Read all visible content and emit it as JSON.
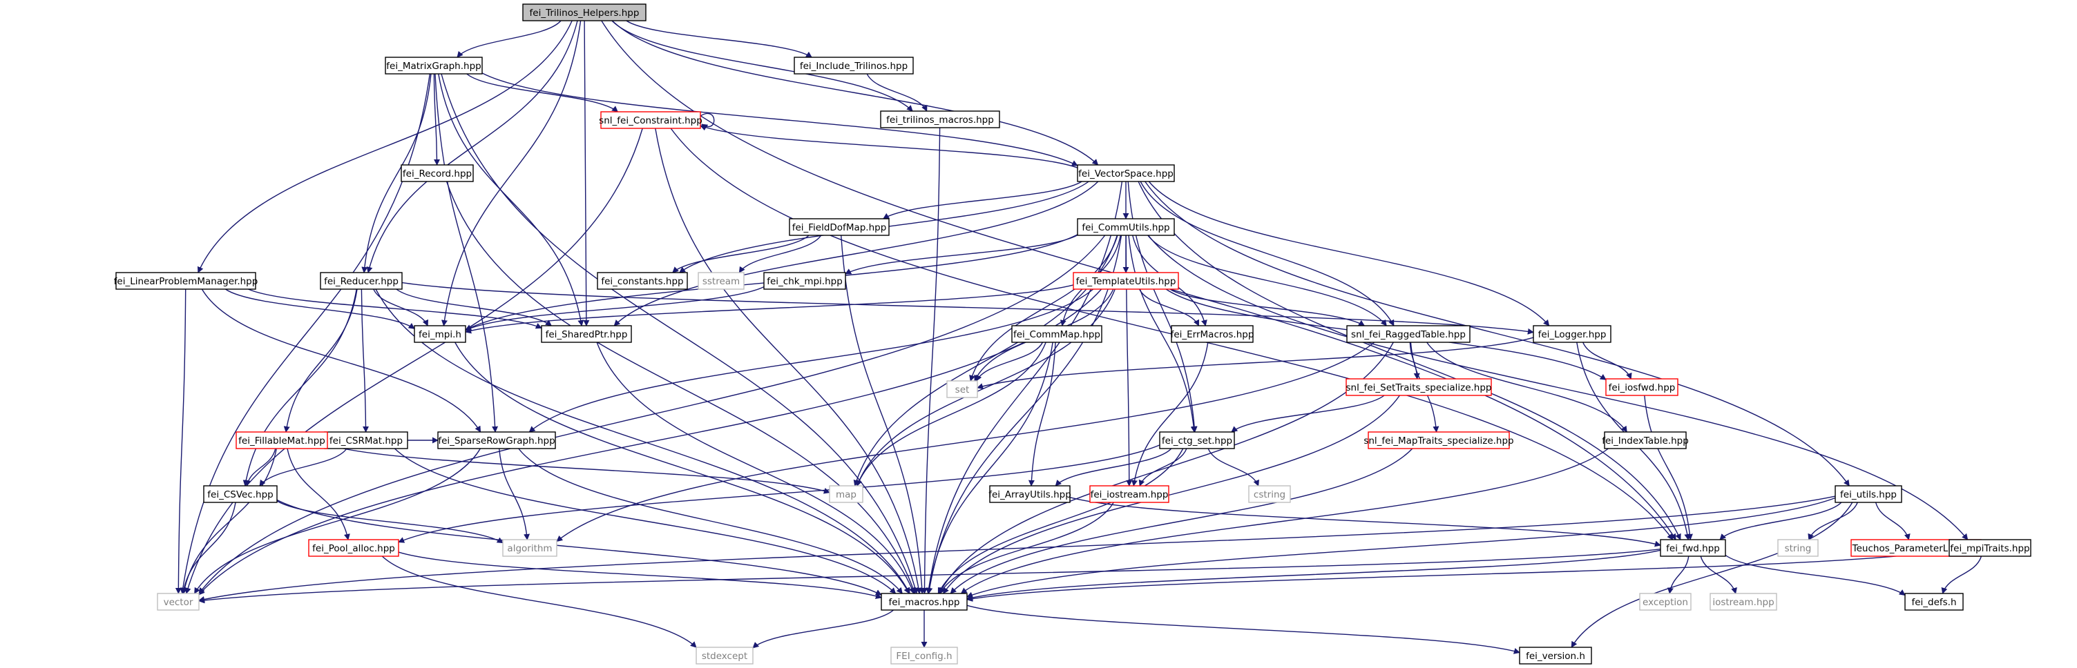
{
  "graph": {
    "title": "",
    "style": {
      "edge_color": "#191970",
      "normal_border": "#000000",
      "incomplete_border": "#ff0000",
      "system_border": "#bfbfbf",
      "system_text": "#808080",
      "root_fill": "#bfbfbf",
      "text_color": "#000000"
    },
    "nodes": [
      {
        "id": "root",
        "label": "fei_Trilinos_Helpers.hpp",
        "kind": "root"
      },
      {
        "id": "matrixgraph",
        "label": "fei_MatrixGraph.hpp",
        "kind": "normal"
      },
      {
        "id": "incltril",
        "label": "fei_Include_Trilinos.hpp",
        "kind": "normal"
      },
      {
        "id": "trilmacros",
        "label": "fei_trilinos_macros.hpp",
        "kind": "normal"
      },
      {
        "id": "constraint",
        "label": "snl_fei_Constraint.hpp",
        "kind": "incomplete"
      },
      {
        "id": "record",
        "label": "fei_Record.hpp",
        "kind": "normal"
      },
      {
        "id": "vectorspace",
        "label": "fei_VectorSpace.hpp",
        "kind": "normal"
      },
      {
        "id": "fielddof",
        "label": "fei_FieldDofMap.hpp",
        "kind": "normal"
      },
      {
        "id": "commutils",
        "label": "fei_CommUtils.hpp",
        "kind": "normal"
      },
      {
        "id": "lpm",
        "label": "fei_LinearProblemManager.hpp",
        "kind": "normal"
      },
      {
        "id": "reducer",
        "label": "fei_Reducer.hpp",
        "kind": "normal"
      },
      {
        "id": "constants",
        "label": "fei_constants.hpp",
        "kind": "normal"
      },
      {
        "id": "sstream",
        "label": "sstream",
        "kind": "system"
      },
      {
        "id": "chkmpi",
        "label": "fei_chk_mpi.hpp",
        "kind": "normal"
      },
      {
        "id": "templateutils",
        "label": "fei_TemplateUtils.hpp",
        "kind": "incomplete"
      },
      {
        "id": "mpih",
        "label": "fei_mpi.h",
        "kind": "normal"
      },
      {
        "id": "sharedptr",
        "label": "fei_SharedPtr.hpp",
        "kind": "normal"
      },
      {
        "id": "commmap",
        "label": "fei_CommMap.hpp",
        "kind": "normal"
      },
      {
        "id": "errmacros",
        "label": "fei_ErrMacros.hpp",
        "kind": "normal"
      },
      {
        "id": "ragged",
        "label": "snl_fei_RaggedTable.hpp",
        "kind": "normal"
      },
      {
        "id": "logger",
        "label": "fei_Logger.hpp",
        "kind": "normal"
      },
      {
        "id": "set",
        "label": "set",
        "kind": "system"
      },
      {
        "id": "settraits",
        "label": "snl_fei_SetTraits_specialize.hpp",
        "kind": "incomplete"
      },
      {
        "id": "iosfwd",
        "label": "fei_iosfwd.hpp",
        "kind": "incomplete"
      },
      {
        "id": "csrmat",
        "label": "fei_CSRMat.hpp",
        "kind": "normal"
      },
      {
        "id": "fillable",
        "label": "fei_FillableMat.hpp",
        "kind": "incomplete"
      },
      {
        "id": "sparserow",
        "label": "fei_SparseRowGraph.hpp",
        "kind": "normal"
      },
      {
        "id": "ctgset",
        "label": "fei_ctg_set.hpp",
        "kind": "normal"
      },
      {
        "id": "maptraits",
        "label": "snl_fei_MapTraits_specialize.hpp",
        "kind": "incomplete"
      },
      {
        "id": "indextable",
        "label": "fei_IndexTable.hpp",
        "kind": "normal"
      },
      {
        "id": "csvec",
        "label": "fei_CSVec.hpp",
        "kind": "normal"
      },
      {
        "id": "map",
        "label": "map",
        "kind": "system"
      },
      {
        "id": "arrayutils",
        "label": "fei_ArrayUtils.hpp",
        "kind": "normal"
      },
      {
        "id": "iostream",
        "label": "fei_iostream.hpp",
        "kind": "incomplete"
      },
      {
        "id": "cstring",
        "label": "cstring",
        "kind": "system"
      },
      {
        "id": "utils",
        "label": "fei_utils.hpp",
        "kind": "normal"
      },
      {
        "id": "algorithm",
        "label": "algorithm",
        "kind": "system"
      },
      {
        "id": "poolalloc",
        "label": "fei_Pool_alloc.hpp",
        "kind": "incomplete"
      },
      {
        "id": "fwd",
        "label": "fei_fwd.hpp",
        "kind": "normal"
      },
      {
        "id": "string",
        "label": "string",
        "kind": "system"
      },
      {
        "id": "teuchos",
        "label": "Teuchos_ParameterList.hpp",
        "kind": "incomplete"
      },
      {
        "id": "mpitraits",
        "label": "fei_mpiTraits.hpp",
        "kind": "normal"
      },
      {
        "id": "vector",
        "label": "vector",
        "kind": "system"
      },
      {
        "id": "macros",
        "label": "fei_macros.hpp",
        "kind": "normal"
      },
      {
        "id": "exception",
        "label": "exception",
        "kind": "system"
      },
      {
        "id": "iostreamhpp",
        "label": "iostream.hpp",
        "kind": "system"
      },
      {
        "id": "defs",
        "label": "fei_defs.h",
        "kind": "normal"
      },
      {
        "id": "stdexcept",
        "label": "stdexcept",
        "kind": "system"
      },
      {
        "id": "feiconfig",
        "label": "FEI_config.h",
        "kind": "system"
      },
      {
        "id": "version",
        "label": "fei_version.h",
        "kind": "normal"
      }
    ],
    "edges": [
      [
        "root",
        "matrixgraph"
      ],
      [
        "root",
        "incltril"
      ],
      [
        "root",
        "trilmacros"
      ],
      [
        "root",
        "vectorspace"
      ],
      [
        "root",
        "lpm"
      ],
      [
        "root",
        "reducer"
      ],
      [
        "root",
        "mpih"
      ],
      [
        "root",
        "sharedptr"
      ],
      [
        "root",
        "fwd"
      ],
      [
        "matrixgraph",
        "constraint"
      ],
      [
        "matrixgraph",
        "record"
      ],
      [
        "matrixgraph",
        "vectorspace"
      ],
      [
        "matrixgraph",
        "reducer"
      ],
      [
        "matrixgraph",
        "sharedptr"
      ],
      [
        "matrixgraph",
        "sparserow"
      ],
      [
        "matrixgraph",
        "vector"
      ],
      [
        "matrixgraph",
        "macros"
      ],
      [
        "incltril",
        "trilmacros"
      ],
      [
        "trilmacros",
        "macros"
      ],
      [
        "constraint",
        "constraint"
      ],
      [
        "constraint",
        "vector"
      ],
      [
        "constraint",
        "macros"
      ],
      [
        "constraint",
        "fwd"
      ],
      [
        "record",
        "macros"
      ],
      [
        "vectorspace",
        "fielddof"
      ],
      [
        "vectorspace",
        "commutils"
      ],
      [
        "vectorspace",
        "constants"
      ],
      [
        "vectorspace",
        "sharedptr"
      ],
      [
        "vectorspace",
        "ragged"
      ],
      [
        "vectorspace",
        "logger"
      ],
      [
        "vectorspace",
        "ctgset"
      ],
      [
        "vectorspace",
        "utils"
      ],
      [
        "vectorspace",
        "fwd"
      ],
      [
        "vectorspace",
        "macros"
      ],
      [
        "vectorspace",
        "constraint"
      ],
      [
        "fielddof",
        "constants"
      ],
      [
        "fielddof",
        "sstream"
      ],
      [
        "fielddof",
        "macros"
      ],
      [
        "commutils",
        "chkmpi"
      ],
      [
        "commutils",
        "templateutils"
      ],
      [
        "commutils",
        "mpih"
      ],
      [
        "commutils",
        "commmap"
      ],
      [
        "commutils",
        "errmacros"
      ],
      [
        "commutils",
        "ragged"
      ],
      [
        "commutils",
        "set"
      ],
      [
        "commutils",
        "map"
      ],
      [
        "commutils",
        "vector"
      ],
      [
        "commutils",
        "ctgset"
      ],
      [
        "commutils",
        "macros"
      ],
      [
        "commutils",
        "mpitraits"
      ],
      [
        "commutils",
        "iostream"
      ],
      [
        "lpm",
        "mpih"
      ],
      [
        "lpm",
        "sharedptr"
      ],
      [
        "lpm",
        "sparserow"
      ],
      [
        "lpm",
        "vector"
      ],
      [
        "reducer",
        "mpih"
      ],
      [
        "reducer",
        "sharedptr"
      ],
      [
        "reducer",
        "csrmat"
      ],
      [
        "reducer",
        "fillable"
      ],
      [
        "reducer",
        "csvec"
      ],
      [
        "reducer",
        "logger"
      ],
      [
        "reducer",
        "macros"
      ],
      [
        "chkmpi",
        "mpih"
      ],
      [
        "templateutils",
        "ragged"
      ],
      [
        "templateutils",
        "sparserow"
      ],
      [
        "templateutils",
        "set"
      ],
      [
        "templateutils",
        "map"
      ],
      [
        "templateutils",
        "vector"
      ],
      [
        "templateutils",
        "errmacros"
      ],
      [
        "templateutils",
        "iosfwd"
      ],
      [
        "templateutils",
        "mpih"
      ],
      [
        "mpih",
        "macros"
      ],
      [
        "sharedptr",
        "macros"
      ],
      [
        "commmap",
        "set"
      ],
      [
        "commmap",
        "map"
      ],
      [
        "commmap",
        "arrayutils"
      ],
      [
        "commmap",
        "macros"
      ],
      [
        "errmacros",
        "iostream"
      ],
      [
        "ragged",
        "settraits"
      ],
      [
        "ragged",
        "maptraits"
      ],
      [
        "ragged",
        "indextable"
      ],
      [
        "ragged",
        "macros"
      ],
      [
        "ragged",
        "algorithm"
      ],
      [
        "logger",
        "set"
      ],
      [
        "logger",
        "iosfwd"
      ],
      [
        "logger",
        "fwd"
      ],
      [
        "settraits",
        "ctgset"
      ],
      [
        "settraits",
        "macros"
      ],
      [
        "iosfwd",
        "fwd"
      ],
      [
        "csrmat",
        "fillable"
      ],
      [
        "csrmat",
        "sparserow"
      ],
      [
        "csrmat",
        "csvec"
      ],
      [
        "csrmat",
        "macros"
      ],
      [
        "fillable",
        "csvec"
      ],
      [
        "fillable",
        "poolalloc"
      ],
      [
        "fillable",
        "map"
      ],
      [
        "fillable",
        "vector"
      ],
      [
        "sparserow",
        "vector"
      ],
      [
        "sparserow",
        "algorithm"
      ],
      [
        "sparserow",
        "macros"
      ],
      [
        "ctgset",
        "arrayutils"
      ],
      [
        "ctgset",
        "iostream"
      ],
      [
        "ctgset",
        "cstring"
      ],
      [
        "ctgset",
        "macros"
      ],
      [
        "ctgset",
        "poolalloc"
      ],
      [
        "maptraits",
        "macros"
      ],
      [
        "indextable",
        "macros"
      ],
      [
        "csvec",
        "vector"
      ],
      [
        "csvec",
        "algorithm"
      ],
      [
        "csvec",
        "macros"
      ],
      [
        "arrayutils",
        "fwd"
      ],
      [
        "iostream",
        "macros"
      ],
      [
        "utils",
        "fwd"
      ],
      [
        "utils",
        "string"
      ],
      [
        "utils",
        "teuchos"
      ],
      [
        "utils",
        "vector"
      ],
      [
        "utils",
        "version"
      ],
      [
        "utils",
        "macros"
      ],
      [
        "poolalloc",
        "stdexcept"
      ],
      [
        "poolalloc",
        "macros"
      ],
      [
        "fwd",
        "exception"
      ],
      [
        "fwd",
        "iostreamhpp"
      ],
      [
        "fwd",
        "defs"
      ],
      [
        "fwd",
        "macros"
      ],
      [
        "fwd",
        "vector"
      ],
      [
        "mpitraits",
        "defs"
      ],
      [
        "mpitraits",
        "macros"
      ],
      [
        "macros",
        "stdexcept"
      ],
      [
        "macros",
        "feiconfig"
      ],
      [
        "macros",
        "version"
      ]
    ]
  }
}
